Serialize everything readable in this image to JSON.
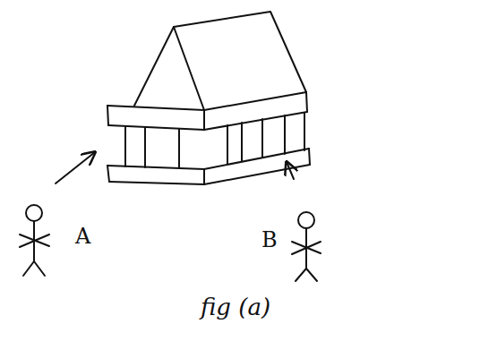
{
  "diagram": {
    "caption": "fig (a)",
    "labels": [
      "A",
      "B"
    ]
  }
}
